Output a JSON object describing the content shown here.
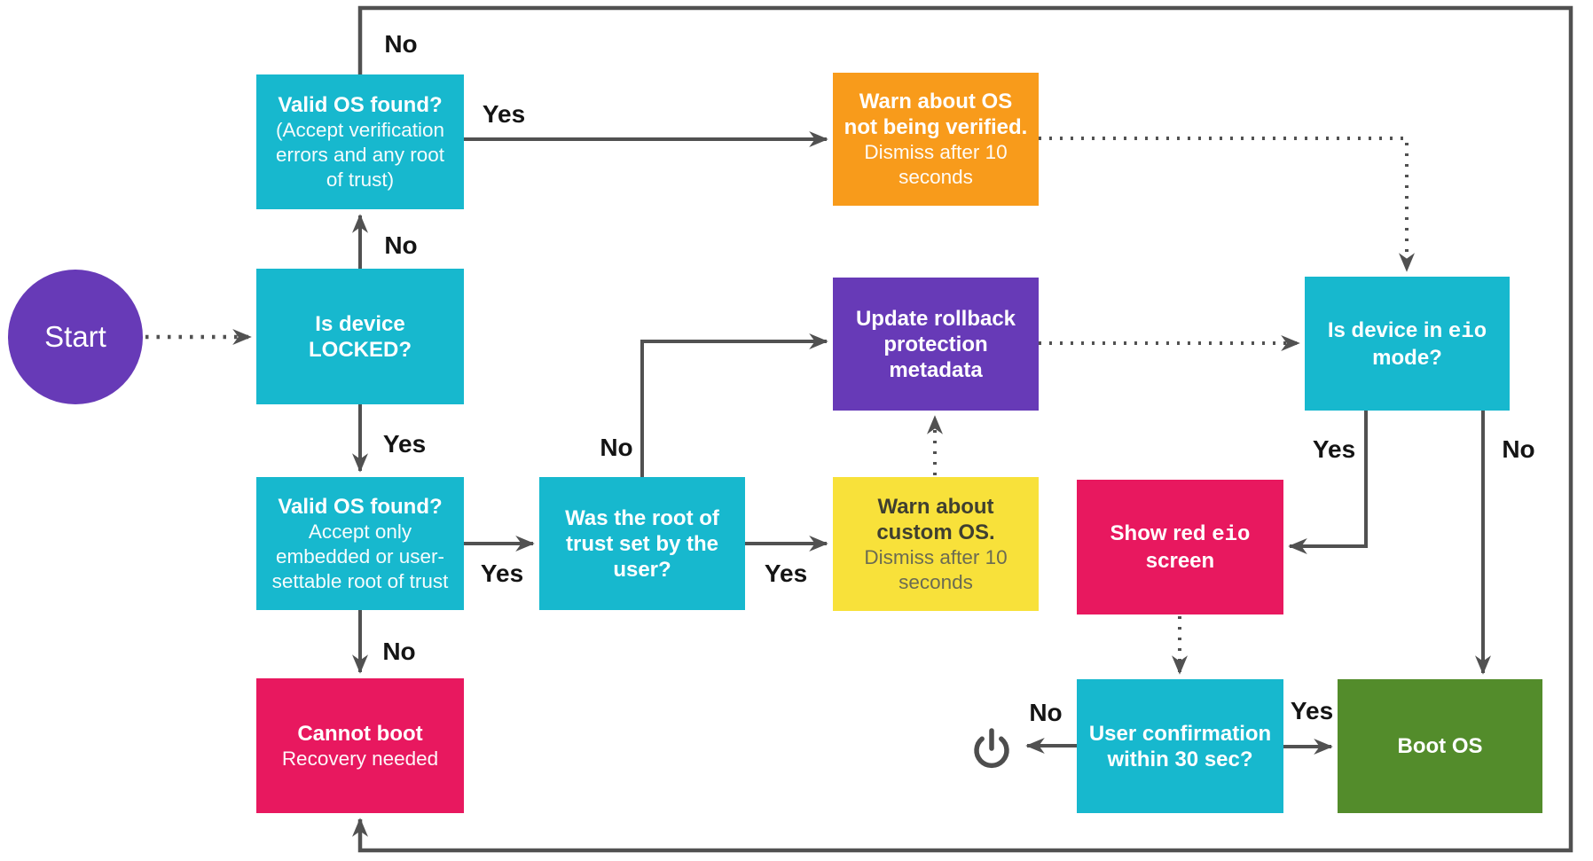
{
  "nodes": {
    "start": {
      "label": "Start"
    },
    "valid_os_unlocked": {
      "title": "Valid OS found?",
      "subtitle": "(Accept verification errors and any root of trust)"
    },
    "warn_os_not_verified": {
      "title": "Warn about OS not being verified.",
      "subtitle": "Dismiss after 10 seconds"
    },
    "is_locked": {
      "title": "Is device LOCKED?"
    },
    "update_rollback": {
      "title": "Update rollback protection metadata"
    },
    "is_eio": {
      "pre": "Is device in ",
      "mono": "eio",
      "post": " mode?"
    },
    "valid_os_locked": {
      "title": "Valid OS found?",
      "subtitle": "Accept only embedded or user-settable root of trust"
    },
    "was_root": {
      "title": "Was the root of trust set by the user?"
    },
    "warn_custom": {
      "title": "Warn about custom OS.",
      "subtitle": "Dismiss after 10 seconds"
    },
    "show_red": {
      "pre": "Show red ",
      "mono": "eio",
      "post": " screen"
    },
    "cannot_boot": {
      "title": "Cannot boot",
      "subtitle": "Recovery needed"
    },
    "user_confirm": {
      "title": "User confirmation within 30 sec?"
    },
    "boot_os": {
      "title": "Boot OS"
    }
  },
  "edge_labels": {
    "outer_no": "No",
    "lock_to_valid_unlocked_no": "No",
    "valid_unlocked_to_warn_yes": "Yes",
    "lock_to_valid_locked_yes": "Yes",
    "valid_locked_to_was_root_yes": "Yes",
    "valid_locked_to_cannot_boot_no": "No",
    "was_root_to_rollback_no": "No",
    "was_root_to_warn_custom_yes": "Yes",
    "eio_yes": "Yes",
    "eio_no": "No",
    "user_confirm_yes": "Yes",
    "user_confirm_no": "No"
  },
  "colors": {
    "cyan": "#17b8ce",
    "orange": "#f89b1b",
    "purple": "#673ab7",
    "yellow": "#f8e13a",
    "pink": "#e8185f",
    "green": "#538c2b",
    "edge_gray": "#515151",
    "label_text": "#141414"
  },
  "icons": {
    "power": "power-icon"
  }
}
